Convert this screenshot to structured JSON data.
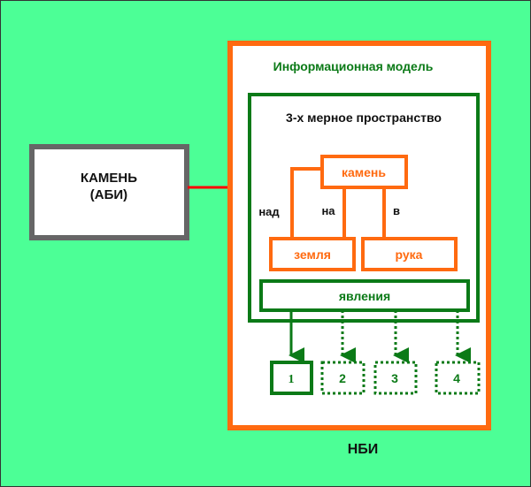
{
  "colors": {
    "background": "#4cff96",
    "frame": "#333333",
    "source_border": "#666666",
    "nbi_border": "#ff6a10",
    "green": "#0b7a17",
    "orange": "#ff6a10",
    "arrow_red": "#ff0000",
    "white": "#ffffff",
    "black": "#111111"
  },
  "source": {
    "line1": "КАМЕНЬ",
    "line2": "(АБИ)"
  },
  "nbi": {
    "label": "НБИ",
    "model_title": "Информационная модель",
    "space": {
      "title": "3-х мерное пространство",
      "objects": {
        "stone": "камень",
        "earth": "земля",
        "hand": "рука"
      },
      "relations": {
        "above": "над",
        "on": "на",
        "in": "в"
      },
      "phenomena": "явления"
    },
    "outputs": [
      {
        "label": "1",
        "style": "solid"
      },
      {
        "label": "2",
        "style": "dotted"
      },
      {
        "label": "3",
        "style": "dotted"
      },
      {
        "label": "4",
        "style": "dotted"
      }
    ]
  }
}
